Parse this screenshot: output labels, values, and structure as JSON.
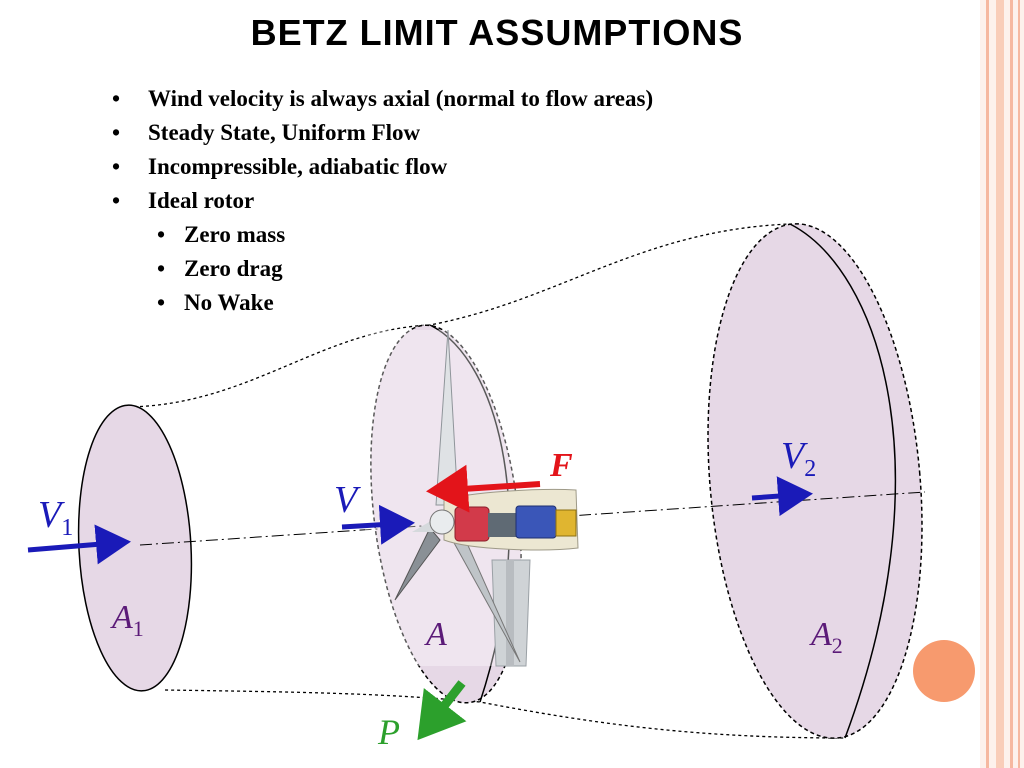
{
  "title": "BETZ LIMIT ASSUMPTIONS",
  "bullets": [
    {
      "text": "Wind velocity is always axial (normal to flow areas)",
      "level": 1
    },
    {
      "text": "Steady State, Uniform Flow",
      "level": 1
    },
    {
      "text": "Incompressible, adiabatic flow",
      "level": 1
    },
    {
      "text": "Ideal rotor",
      "level": 1
    },
    {
      "text": "Zero mass",
      "level": 2
    },
    {
      "text": "Zero drag",
      "level": 2
    },
    {
      "text": "No Wake",
      "level": 2
    }
  ],
  "diagram": {
    "v1": "V",
    "v1_sub": "1",
    "v": "V",
    "v2": "V",
    "v2_sub": "2",
    "f": "F",
    "a1": "A",
    "a1_sub": "1",
    "a": "A",
    "a2": "A",
    "a2_sub": "2",
    "p": "P"
  },
  "colors": {
    "disk_fill": "#e6d8e6",
    "velocity_arrow": "#1a1ab8",
    "force_arrow": "#e3141a",
    "power_arrow": "#2ca02c",
    "label_purple": "#5b1a78",
    "accent_orange": "#f79a6e",
    "sidebar_stripe": "#f6b8a0"
  }
}
